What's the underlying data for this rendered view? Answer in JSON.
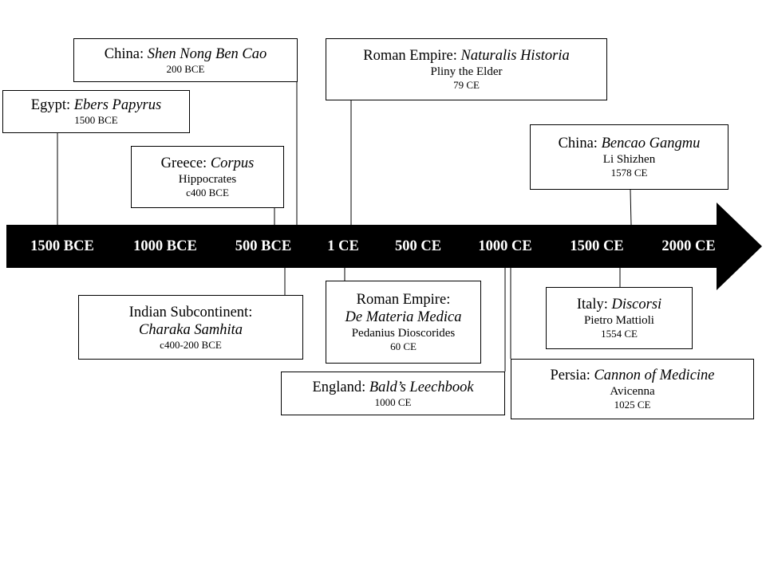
{
  "timeline": {
    "ticks": [
      "1500 BCE",
      "1000 BCE",
      "500 BCE",
      "1 CE",
      "500 CE",
      "1000 CE",
      "1500 CE",
      "2000 CE"
    ]
  },
  "events": {
    "china_shen_nong": {
      "region": "China",
      "work": "Shen Nong Ben Cao",
      "date": "200 BCE"
    },
    "egypt_ebers": {
      "region": "Egypt",
      "work": "Ebers Papyrus",
      "date": "1500 BCE"
    },
    "greece_corpus": {
      "region": "Greece",
      "work": "Corpus",
      "author": "Hippocrates",
      "date": "c400 BCE"
    },
    "roman_naturalis": {
      "region": "Roman Empire",
      "work": "Naturalis Historia",
      "author": "Pliny the Elder",
      "date": "79 CE"
    },
    "china_bencao": {
      "region": "China",
      "work": "Bencao Gangmu",
      "author": "Li Shizhen",
      "date": "1578 CE"
    },
    "india_charaka": {
      "region": "Indian Subcontinent",
      "work": "Charaka Samhita",
      "date": "c400-200 BCE"
    },
    "roman_materia": {
      "region": "Roman Empire",
      "work": "De Materia Medica",
      "author": "Pedanius Dioscorides",
      "date": "60 CE"
    },
    "england_bald": {
      "region": "England",
      "work": "Bald’s Leechbook",
      "date": "1000 CE"
    },
    "italy_discorsi": {
      "region": "Italy",
      "work": "Discorsi",
      "author": "Pietro Mattioli",
      "date": "1554 CE"
    },
    "persia_cannon": {
      "region": "Persia",
      "work": "Cannon of Medicine",
      "author": "Avicenna",
      "date": "1025 CE"
    }
  }
}
